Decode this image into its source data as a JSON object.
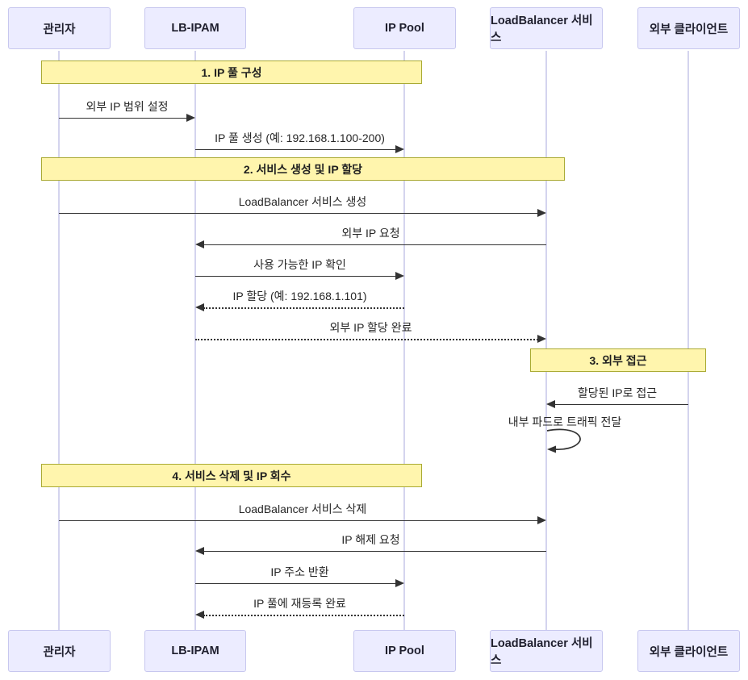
{
  "diagram": {
    "type": "sequence",
    "language": "Korean",
    "topic": "LB-IPAM (LoadBalancer IP Address Management) flow",
    "actors": [
      {
        "label": "관리자"
      },
      {
        "label": "LB-IPAM"
      },
      {
        "label": "IP Pool"
      },
      {
        "label": "LoadBalancer 서비스"
      },
      {
        "label": "외부 클라이언트"
      }
    ],
    "notes": [
      {
        "label": "1. IP 풀 구성",
        "over": [
          "관리자",
          "IP Pool"
        ]
      },
      {
        "label": "2. 서비스 생성 및 IP 할당",
        "over": [
          "관리자",
          "LoadBalancer 서비스"
        ]
      },
      {
        "label": "3. 외부 접근",
        "over": [
          "LoadBalancer 서비스",
          "외부 클라이언트"
        ]
      },
      {
        "label": "4. 서비스 삭제 및 IP 회수",
        "over": [
          "관리자",
          "IP Pool"
        ]
      }
    ],
    "messages": [
      {
        "label": "외부 IP 범위 설정",
        "from": "관리자",
        "to": "LB-IPAM",
        "line": "solid"
      },
      {
        "label": "IP 풀 생성 (예: 192.168.1.100-200)",
        "from": "LB-IPAM",
        "to": "IP Pool",
        "line": "solid"
      },
      {
        "label": "LoadBalancer 서비스 생성",
        "from": "관리자",
        "to": "LoadBalancer 서비스",
        "line": "solid"
      },
      {
        "label": "외부 IP 요청",
        "from": "LoadBalancer 서비스",
        "to": "LB-IPAM",
        "line": "solid"
      },
      {
        "label": "사용 가능한 IP 확인",
        "from": "LB-IPAM",
        "to": "IP Pool",
        "line": "solid"
      },
      {
        "label": "IP 할당 (예: 192.168.1.101)",
        "from": "IP Pool",
        "to": "LB-IPAM",
        "line": "dashed"
      },
      {
        "label": "외부 IP 할당 완료",
        "from": "LB-IPAM",
        "to": "LoadBalancer 서비스",
        "line": "dashed"
      },
      {
        "label": "할당된 IP로 접근",
        "from": "외부 클라이언트",
        "to": "LoadBalancer 서비스",
        "line": "solid"
      },
      {
        "label": "내부 파드로 트래픽 전달",
        "from": "LoadBalancer 서비스",
        "to": "LoadBalancer 서비스",
        "line": "self"
      },
      {
        "label": "LoadBalancer 서비스 삭제",
        "from": "관리자",
        "to": "LoadBalancer 서비스",
        "line": "solid"
      },
      {
        "label": "IP 해제 요청",
        "from": "LoadBalancer 서비스",
        "to": "LB-IPAM",
        "line": "solid"
      },
      {
        "label": "IP 주소 반환",
        "from": "LB-IPAM",
        "to": "IP Pool",
        "line": "solid"
      },
      {
        "label": "IP 풀에 재등록 완료",
        "from": "IP Pool",
        "to": "LB-IPAM",
        "line": "dashed"
      }
    ],
    "colors": {
      "actor_fill": "#ECECFF",
      "actor_border": "#C7C7EF",
      "note_fill": "#FFF5AD",
      "note_border": "#AAAA33",
      "lifeline": "#D4D4EE",
      "arrow": "#333333",
      "background": "#FFFFFF"
    }
  }
}
